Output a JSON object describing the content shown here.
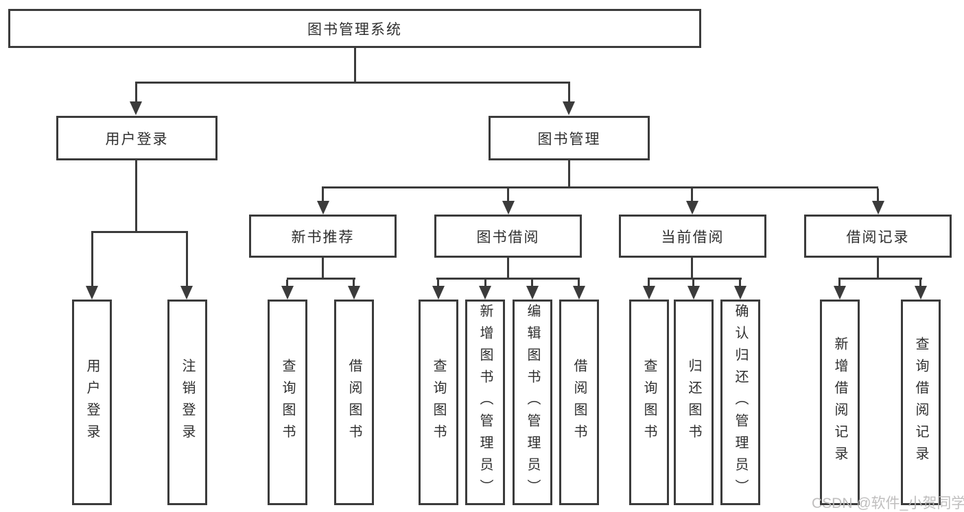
{
  "tree": {
    "root": {
      "label": "图书管理系统",
      "children": [
        {
          "label": "用户登录",
          "children": [
            {
              "label": "用户登录"
            },
            {
              "label": "注销登录"
            }
          ]
        },
        {
          "label": "图书管理",
          "children": [
            {
              "label": "新书推荐",
              "children": [
                {
                  "label": "查询图书"
                },
                {
                  "label": "借阅图书"
                }
              ]
            },
            {
              "label": "图书借阅",
              "children": [
                {
                  "label": "查询图书"
                },
                {
                  "label": "新增图书（管理员）"
                },
                {
                  "label": "编辑图书（管理员）"
                },
                {
                  "label": "借阅图书"
                }
              ]
            },
            {
              "label": "当前借阅",
              "children": [
                {
                  "label": "查询图书"
                },
                {
                  "label": "归还图书"
                },
                {
                  "label": "确认归还（管理员）"
                }
              ]
            },
            {
              "label": "借阅记录",
              "children": [
                {
                  "label": "新增借阅记录"
                },
                {
                  "label": "查询借阅记录"
                }
              ]
            }
          ]
        }
      ]
    }
  },
  "watermark": {
    "text": "CSDN @软件_小贺同学"
  },
  "colors": {
    "line": "#3b3b3b",
    "text": "#2f2f2f",
    "background": "#ffffff",
    "watermark": "#bab8b8"
  }
}
